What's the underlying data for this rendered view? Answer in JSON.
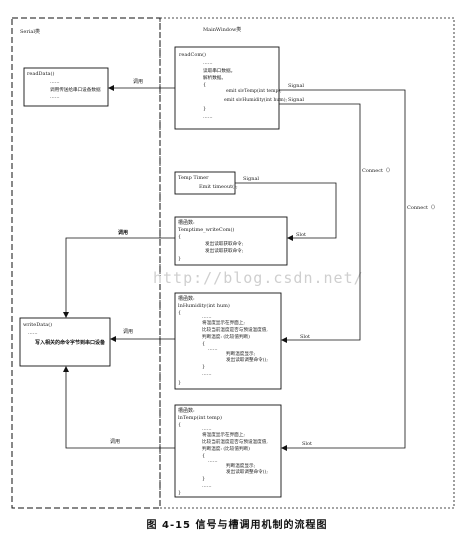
{
  "regions": {
    "serial_label": "Serial类",
    "main_label": "MainWindow类"
  },
  "boxes": {
    "readdata": {
      "title": "readData()",
      "dots1": "......",
      "line1": "调用传送给串口设备数据",
      "dots2": "......"
    },
    "writedata": {
      "title": "writeData()",
      "dots1": "......",
      "line1": "写入相关的命令字节到串口设备",
      "dots2": "......"
    },
    "readcom": {
      "title": "readCom()",
      "dots1": "......",
      "line1": "读取串口数据。",
      "line2": "解析数据。",
      "brace_open": "{",
      "line3": "emit sivTemp(int temp);",
      "line4": "emit sivHumidity(int hum);",
      "brace_close": "}",
      "dots2": "......"
    },
    "timer": {
      "title": "Temp Timer",
      "line1": "Emit timeout();"
    },
    "slot1": {
      "title": "槽函数:",
      "func": "Temptime_writeCom()",
      "brace_open": "{",
      "line1": "发出读取获取命令;",
      "line2": "发出读取获取命令;",
      "brace_close": "}"
    },
    "slot2": {
      "title": "槽函数:",
      "func": "lnHumidity(int hum)",
      "brace_open": "{",
      "dots1": "......",
      "line1": "将温度显示在界面上;",
      "line2": "比较当前温度是否与预设温度值,",
      "line3": "判断温度: (比较值判断)",
      "line4": "{",
      "dots2": "......",
      "line5": "判断温度显示;",
      "line6": "发出读取调整命令();",
      "line7": "}",
      "dots3": "......",
      "brace_close": "}"
    },
    "slot3": {
      "title": "槽函数:",
      "func": "lnTemp(int temp)",
      "brace_open": "{",
      "dots1": "......",
      "line1": "将温度显示在界面上;",
      "line2": "比较当前温度是否与预设温度值,",
      "line3": "判断温度: (比较值判断)",
      "line4": "{",
      "dots2": "......",
      "line5": "判断温度显示;",
      "line6": "发出读取调整命令();",
      "line7": "}",
      "dots3": "......",
      "brace_close": "}"
    }
  },
  "edges": {
    "readcom_to_readdata": "调用",
    "signal_temp": "Signal",
    "signal_hum": "Signal",
    "connect_1": "Connect（）",
    "connect_2": "Connect（）",
    "signal_timer": "Signal",
    "slot_1": "Slot",
    "slot_2": "Slot",
    "slot_3": "Slot",
    "call_slot1": "调用",
    "call_slot2": "调用",
    "call_slot3": "调用"
  },
  "watermark": "http://blog.csdn.net/",
  "caption": "图 4-15  信号与槽调用机制的流程图"
}
